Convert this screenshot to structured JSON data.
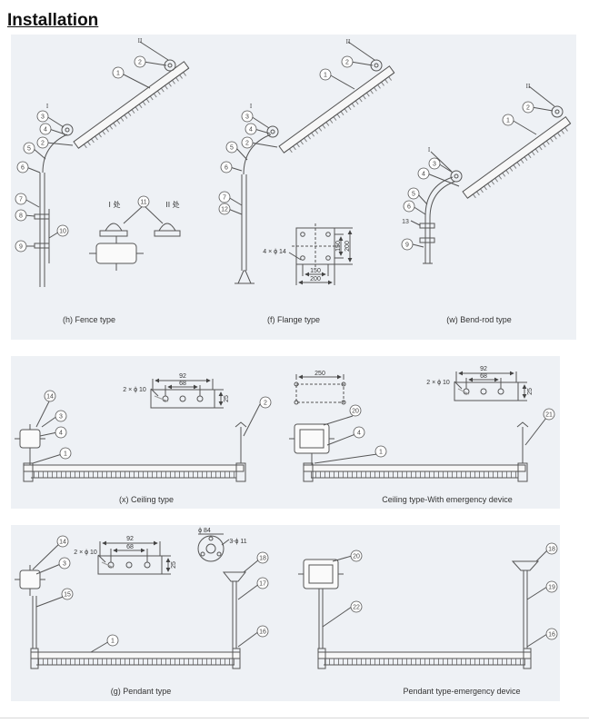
{
  "page": {
    "title": "Installation"
  },
  "captions": {
    "fence": "(h) Fence type",
    "flange": "(f) Flange type",
    "bendrod": "(w) Bend-rod type",
    "ceiling": "(x) Ceiling type",
    "ceiling_emergency": "Ceiling type-With emergency device",
    "pendant": "(g) Pendant type",
    "pendant_emergency": "Pendant type-emergency device"
  },
  "labels": {
    "roman_1": "I",
    "roman_2": "II",
    "detail_1": "I 处",
    "detail_2": "II 处",
    "n1": "1",
    "n2": "2",
    "n3": "3",
    "n4": "4",
    "n5": "5",
    "n6": "6",
    "n7": "7",
    "n8": "8",
    "n9": "9",
    "n10": "10",
    "n11": "11",
    "n12": "12",
    "n13": "13",
    "n14": "14",
    "n15": "15",
    "n16": "16",
    "n17": "17",
    "n18": "18",
    "n19": "19",
    "n20": "20",
    "n21": "21",
    "n22": "22"
  },
  "dimensions": {
    "flange_holes": "4 × ϕ 14",
    "d150": "150",
    "d200": "200",
    "d92": "92",
    "d68": "68",
    "d25": "25",
    "d250": "250",
    "holes_2x10": "2 × ϕ 10",
    "d84": "ϕ 84",
    "holes_3x11": "3-ϕ 11"
  },
  "colors": {
    "panel": "#eef1f5",
    "line": "#555555"
  }
}
